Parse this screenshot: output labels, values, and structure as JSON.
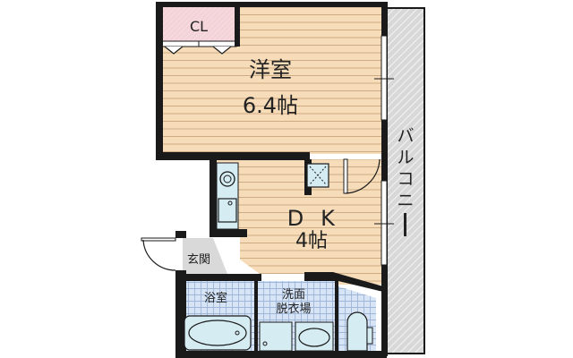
{
  "floor_plan": {
    "rooms": {
      "western_room": {
        "name": "洋室",
        "size": "6.4帖"
      },
      "closet": {
        "name": "CL"
      },
      "dining_kitchen": {
        "name": "ＤＫ",
        "name_d": "D",
        "name_k": "K",
        "size": "4帖"
      },
      "entrance": {
        "name": "玄関"
      },
      "bathroom": {
        "name": "浴室"
      },
      "washroom": {
        "line1": "洗面",
        "line2": "脱衣場"
      },
      "balcony": {
        "name": "バルコニー",
        "chars": [
          "バ",
          "ル",
          "コ",
          "ニ",
          "ー"
        ]
      }
    },
    "colors": {
      "wall": "#1a1a1a",
      "wood_floor": "#f6dcb8",
      "wood_line": "#c9a67e",
      "closet_fill": "#f3d2d8",
      "wet_area_fill": "#d6e4f5",
      "tile_line": "#9fb6d8",
      "entrance_fill": "#d9d9d9",
      "balcony_fill": "#d8d8d8",
      "fixture_fill": "#d4ecf2"
    }
  }
}
